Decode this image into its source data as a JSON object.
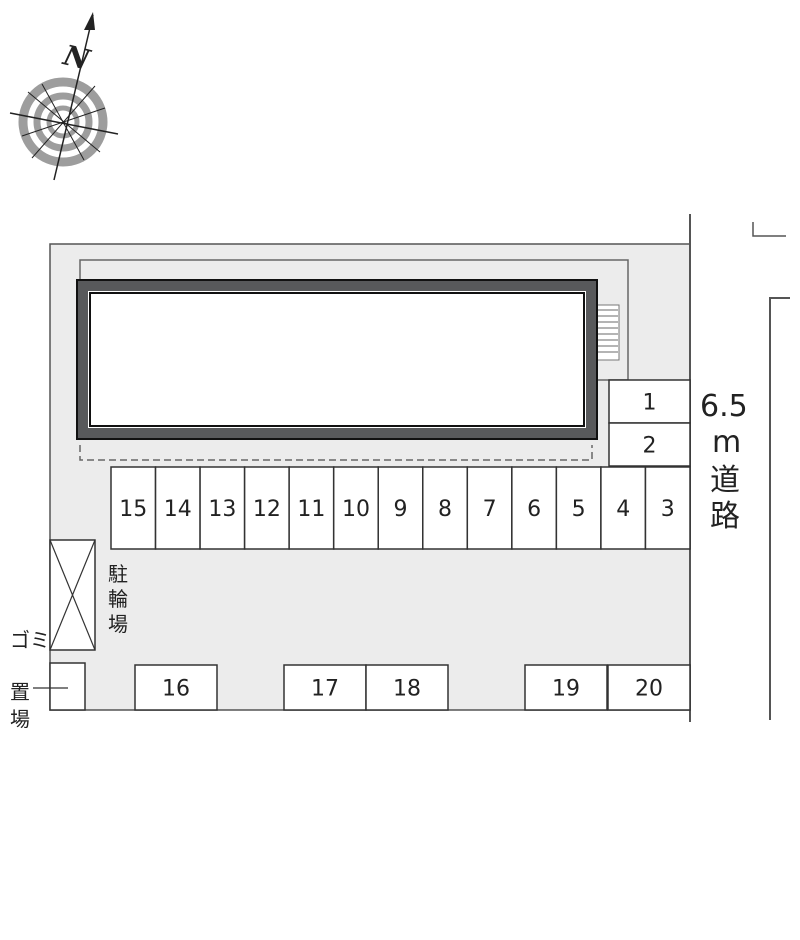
{
  "compass": {
    "label": "N"
  },
  "road": {
    "width": "6.5",
    "unit": "m",
    "name_line1": "道",
    "name_line2": "路"
  },
  "bike_parking": {
    "chars": [
      "駐",
      "輪",
      "場"
    ]
  },
  "garbage": {
    "line1": "ゴミ",
    "line2": "置",
    "line3": "場"
  },
  "parking_slots": {
    "right_column": [
      "1",
      "2"
    ],
    "main_row": [
      "15",
      "14",
      "13",
      "12",
      "11",
      "10",
      "9",
      "8",
      "7",
      "6",
      "5",
      "4",
      "3"
    ],
    "bottom_row": [
      "16",
      "17",
      "18",
      "19",
      "20"
    ]
  },
  "colors": {
    "lot": "#ececec",
    "building_wall": "#58595b",
    "compass_ring": "#9d9d9d",
    "line": "#333333"
  }
}
